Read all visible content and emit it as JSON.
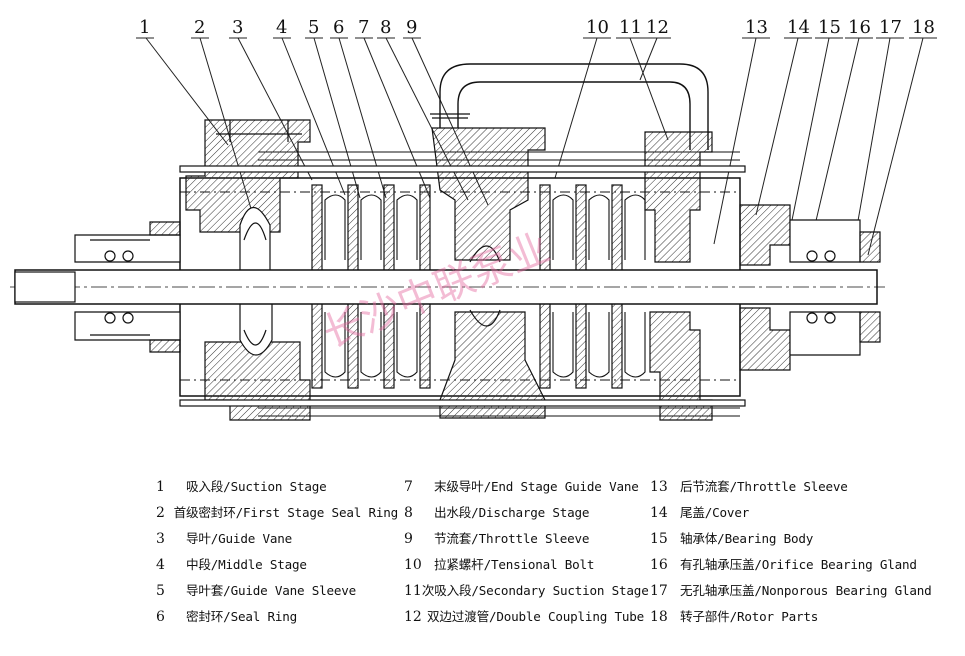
{
  "callout_numbers": [
    "1",
    "2",
    "3",
    "4",
    "5",
    "6",
    "7",
    "8",
    "9",
    "10",
    "11",
    "12",
    "13",
    "14",
    "15",
    "16",
    "17",
    "18"
  ],
  "watermark": "长沙中联泵业",
  "legend": [
    {
      "num": "1",
      "text": "吸入段/Suction Stage"
    },
    {
      "num": "2",
      "text": "首级密封环/First Stage Seal Ring"
    },
    {
      "num": "3",
      "text": "导叶/Guide Vane"
    },
    {
      "num": "4",
      "text": "中段/Middle Stage"
    },
    {
      "num": "5",
      "text": "导叶套/Guide Vane Sleeve"
    },
    {
      "num": "6",
      "text": "密封环/Seal Ring"
    },
    {
      "num": "7",
      "text": "末级导叶/End Stage Guide Vane"
    },
    {
      "num": "8",
      "text": "出水段/Discharge Stage"
    },
    {
      "num": "9",
      "text": "节流套/Throttle Sleeve"
    },
    {
      "num": "10",
      "text": "拉紧螺杆/Tensional Bolt"
    },
    {
      "num": "11",
      "text": "次吸入段/Secondary Suction Stage"
    },
    {
      "num": "12",
      "text": "双边过渡管/Double Coupling Tube"
    },
    {
      "num": "13",
      "text": "后节流套/Throttle Sleeve"
    },
    {
      "num": "14",
      "text": "尾盖/Cover"
    },
    {
      "num": "15",
      "text": "轴承体/Bearing Body"
    },
    {
      "num": "16",
      "text": "有孔轴承压盖/Orifice Bearing Gland"
    },
    {
      "num": "17",
      "text": "无孔轴承压盖/Nonporous Bearing Gland"
    },
    {
      "num": "18",
      "text": "转子部件/Rotor Parts"
    }
  ]
}
